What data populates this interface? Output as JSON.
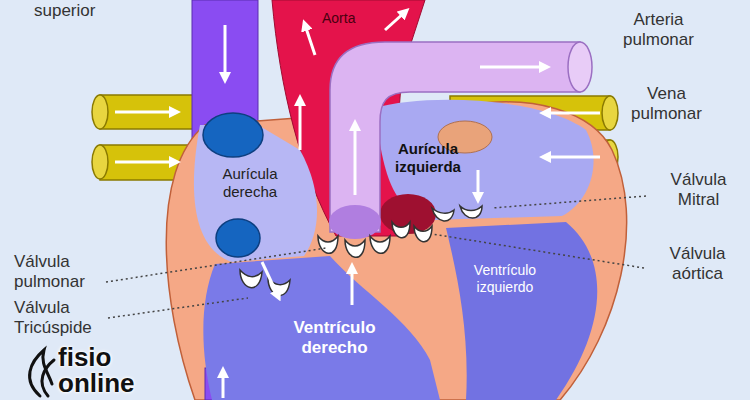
{
  "diagram": {
    "labels": [
      "superior",
      "Aorta",
      "Arteria pulmonar",
      "Vena pulmonar",
      "Aurícula derecha",
      "Aurícula izquierda",
      "Válvula Mitral",
      "Ventrículo izquierdo",
      "Válvula aórtica",
      "Válvula pulmonar",
      "Ventrículo derecho",
      "Válvula Tricúspide",
      "fisio",
      "online"
    ]
  }
}
